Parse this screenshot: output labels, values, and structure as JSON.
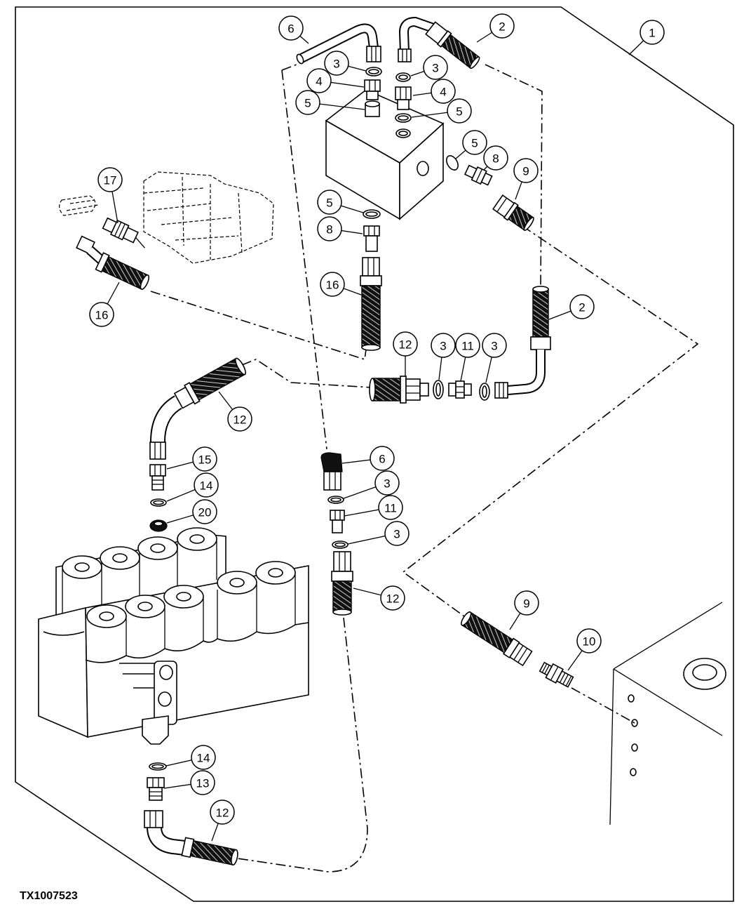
{
  "figure_id": "TX1007523",
  "callouts": [
    "6",
    "2",
    "1",
    "3",
    "3",
    "4",
    "4",
    "5",
    "5",
    "5",
    "8",
    "9",
    "17",
    "5",
    "8",
    "16",
    "2",
    "16",
    "12",
    "3",
    "11",
    "3",
    "12",
    "6",
    "15",
    "3",
    "14",
    "11",
    "20",
    "3",
    "12",
    "9",
    "10",
    "14",
    "13",
    "12"
  ]
}
